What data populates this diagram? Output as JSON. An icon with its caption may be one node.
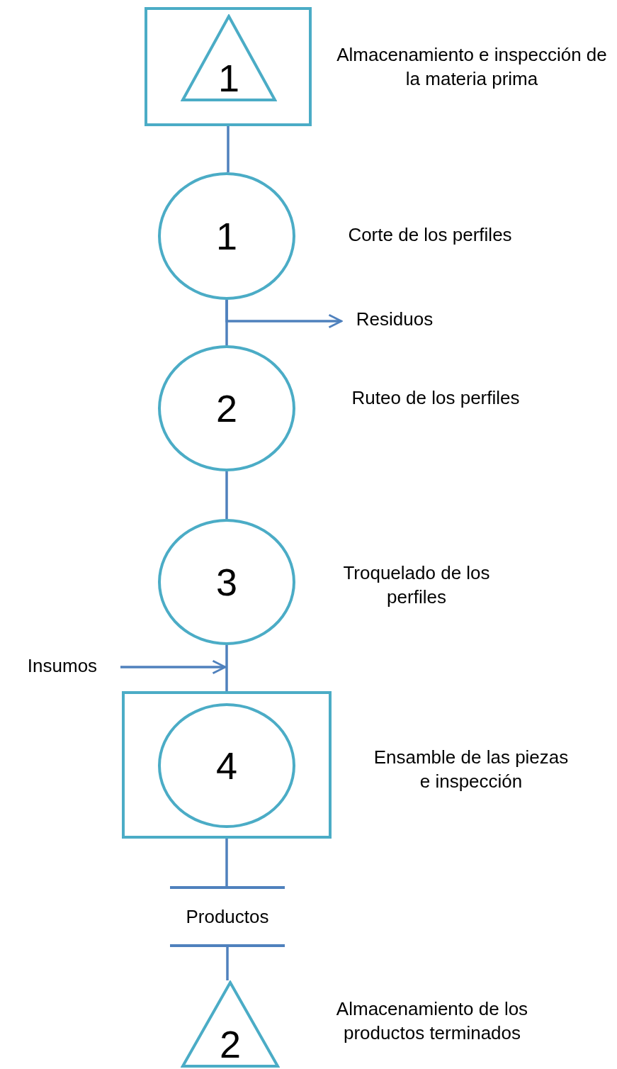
{
  "diagram": {
    "nodes": [
      {
        "text": [],
        "shape": "box",
        "beside": [
          "Almacenamiento e inspección de la materia prima"
        ]
      },
      {
        "text": [
          "1"
        ],
        "in": 0
      },
      {
        "text": [
          "1"
        ],
        "beside": [
          "Corte de los perfiles"
        ]
      },
      {
        "text": [
          "Residuos"
        ]
      },
      {
        "text": [
          "2"
        ],
        "beside": [
          "Ruteo de los perfiles"
        ]
      },
      {
        "text": [
          "3"
        ],
        "beside": [
          "Troquelado de los perfiles"
        ]
      },
      {
        "text": [
          "Insumos"
        ]
      },
      {
        "text": [],
        "shape": "box",
        "beside": [
          "Ensamble de las piezas e inspección"
        ]
      },
      {
        "text": [
          "4"
        ],
        "in": 7
      },
      {
        "text": [
          "Productos"
        ]
      },
      {
        "text": [
          "2"
        ],
        "beside": [
          "Almacenamiento de los productos terminados"
        ]
      }
    ],
    "edges": [
      {
        "from": 0,
        "to": 2,
        "arrow": "none"
      },
      {
        "from": 2,
        "to": 3,
        "arrow": "to"
      },
      {
        "from": 2,
        "to": 4,
        "arrow": "none"
      },
      {
        "from": 4,
        "to": 5,
        "arrow": "none"
      },
      {
        "from": 6,
        "to": 7,
        "arrow": "to"
      },
      {
        "from": 5,
        "to": 7,
        "arrow": "none"
      },
      {
        "from": 7,
        "to": 9,
        "arrow": "none"
      },
      {
        "from": 9,
        "to": 10,
        "arrow": "none"
      }
    ]
  }
}
